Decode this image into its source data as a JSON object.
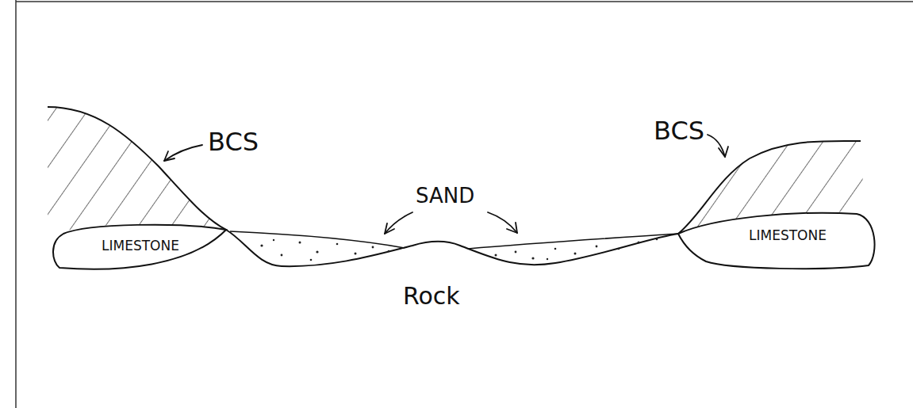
{
  "diagram": {
    "nodes": [
      {
        "text": [
          "LIMESTONE"
        ]
      },
      {
        "text": [
          "LIMESTONE"
        ]
      }
    ],
    "labels": [
      "BCS",
      "BCS",
      "SAND",
      "Rock"
    ]
  }
}
